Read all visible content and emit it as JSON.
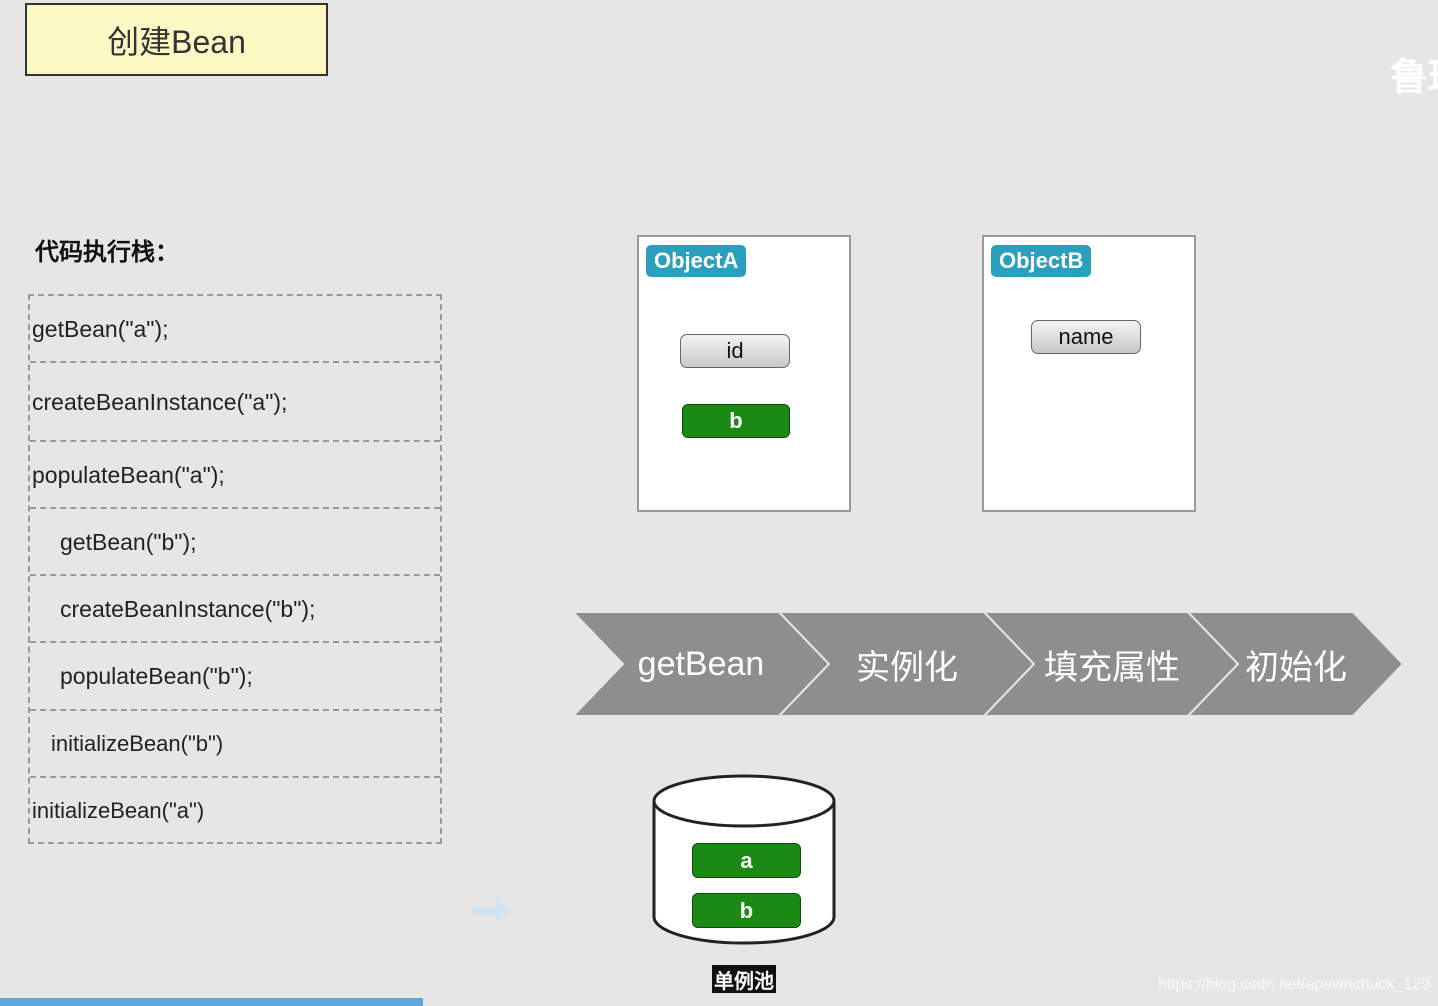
{
  "header": {
    "title": "创建Bean"
  },
  "corner_watermark": "鲁班",
  "stack": {
    "title": "代码执行栈：",
    "items": [
      "getBean(\"a\");",
      "createBeanInstance(\"a\");",
      "populateBean(\"a\");",
      "getBean(\"b\");",
      "createBeanInstance(\"b\");",
      "populateBean(\"b\");",
      "initializeBean(\"b\")",
      "initializeBean(\"a\")"
    ]
  },
  "objects": [
    {
      "tag": "ObjectA",
      "fields": [
        {
          "label": "id",
          "style": "gray"
        },
        {
          "label": "b",
          "style": "green"
        }
      ]
    },
    {
      "tag": "ObjectB",
      "fields": [
        {
          "label": "name",
          "style": "gray"
        }
      ]
    }
  ],
  "flow_steps": [
    "getBean",
    "实例化",
    "填充属性",
    "初始化"
  ],
  "pool": {
    "items": [
      "a",
      "b"
    ],
    "label": "单例池"
  },
  "url_watermark": "https://blog.csdn.net/apawnchuck_129",
  "colors": {
    "title_bg": "#fbf8c3",
    "tag": "#2aa0be",
    "green": "#1b8a14",
    "flow": "#8e8e8e"
  }
}
